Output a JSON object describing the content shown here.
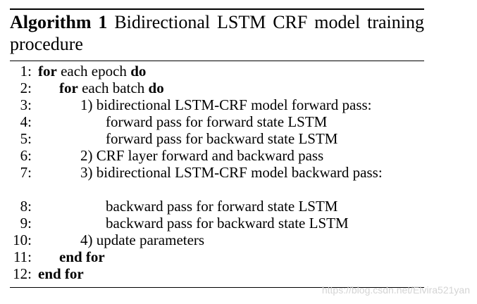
{
  "caption": {
    "label": "Algorithm 1",
    "title": "Bidirectional LSTM CRF model training procedure"
  },
  "lines": [
    {
      "num": "1:",
      "parts": [
        {
          "t": "for",
          "b": true
        },
        {
          "t": " each epoch "
        },
        {
          "t": "do",
          "b": true
        }
      ],
      "indent": 0
    },
    {
      "num": "2:",
      "parts": [
        {
          "t": "for",
          "b": true
        },
        {
          "t": " each batch "
        },
        {
          "t": "do",
          "b": true
        }
      ],
      "indent": 1
    },
    {
      "num": "3:",
      "parts": [
        {
          "t": "1) bidirectional LSTM-CRF model forward pass:"
        }
      ],
      "indent": 2
    },
    {
      "num": "4:",
      "parts": [
        {
          "t": "forward pass for forward state LSTM"
        }
      ],
      "indent": 3
    },
    {
      "num": "5:",
      "parts": [
        {
          "t": "forward pass for backward state LSTM"
        }
      ],
      "indent": 3
    },
    {
      "num": "6:",
      "parts": [
        {
          "t": "2) CRF layer forward and backward pass"
        }
      ],
      "indent": 2
    },
    {
      "num": "7:",
      "parts": [
        {
          "t": "3) bidirectional LSTM-CRF model backward pass:"
        }
      ],
      "indent": 2
    },
    {
      "num": "",
      "parts": [],
      "indent": 0,
      "gap": true
    },
    {
      "num": "8:",
      "parts": [
        {
          "t": "backward pass for forward state LSTM"
        }
      ],
      "indent": 3
    },
    {
      "num": "9:",
      "parts": [
        {
          "t": "backward pass for backward state LSTM"
        }
      ],
      "indent": 3
    },
    {
      "num": "10:",
      "parts": [
        {
          "t": "4) update parameters"
        }
      ],
      "indent": 2
    },
    {
      "num": "11:",
      "parts": [
        {
          "t": "end for",
          "b": true
        }
      ],
      "indent": 1
    },
    {
      "num": "12:",
      "parts": [
        {
          "t": "end for",
          "b": true
        }
      ],
      "indent": 0
    }
  ],
  "watermark": "https://blog.csdn.net/Elvira521yan"
}
